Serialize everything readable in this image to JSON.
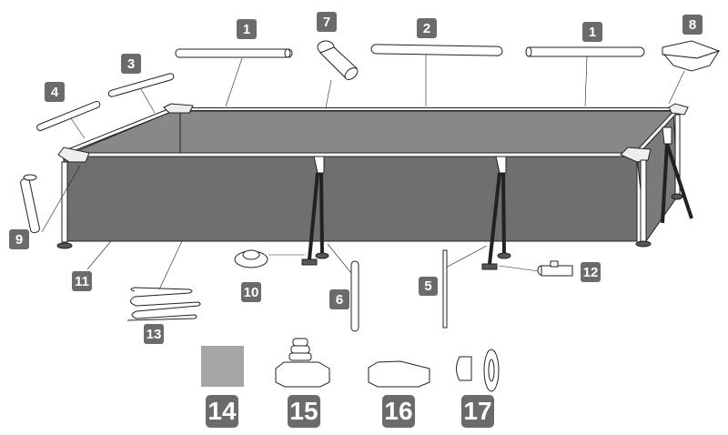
{
  "diagram": {
    "type": "exploded-parts-diagram",
    "subject": "rectangular frame pool",
    "colors": {
      "badge": "#6b6b6d",
      "pool_wall": "#6f6f71",
      "pool_wall_top": "#88888a",
      "liner_swatch": "#a6a6a8",
      "outline": "#222222"
    },
    "labels": [
      {
        "id": "1a",
        "number": "1",
        "part": "top rail pipe (long side, left)"
      },
      {
        "id": "2",
        "number": "2",
        "part": "top rail pipe (long side, center)"
      },
      {
        "id": "1b",
        "number": "1",
        "part": "top rail pipe (long side, right)"
      },
      {
        "id": "3",
        "number": "3",
        "part": "top rail pipe (short side)"
      },
      {
        "id": "4",
        "number": "4",
        "part": "top rail pipe (short side)"
      },
      {
        "id": "5",
        "number": "5",
        "part": "U-support leg pipe"
      },
      {
        "id": "6",
        "number": "6",
        "part": "U-support leg pipe"
      },
      {
        "id": "7",
        "number": "7",
        "part": "T-connector"
      },
      {
        "id": "8",
        "number": "8",
        "part": "corner joint"
      },
      {
        "id": "9",
        "number": "9",
        "part": "vertical leg"
      },
      {
        "id": "10",
        "number": "10",
        "part": "leg foot cap"
      },
      {
        "id": "11",
        "number": "11",
        "part": "pool liner"
      },
      {
        "id": "12",
        "number": "12",
        "part": "drain valve connector"
      },
      {
        "id": "13",
        "number": "13",
        "part": "belt strap"
      },
      {
        "id": "14",
        "number": "14",
        "part": "repair patch"
      },
      {
        "id": "15",
        "number": "15",
        "part": "inflation valve / drain adapter"
      },
      {
        "id": "16",
        "number": "16",
        "part": "drain cap"
      },
      {
        "id": "17",
        "number": "17",
        "part": "drain plug"
      }
    ]
  }
}
